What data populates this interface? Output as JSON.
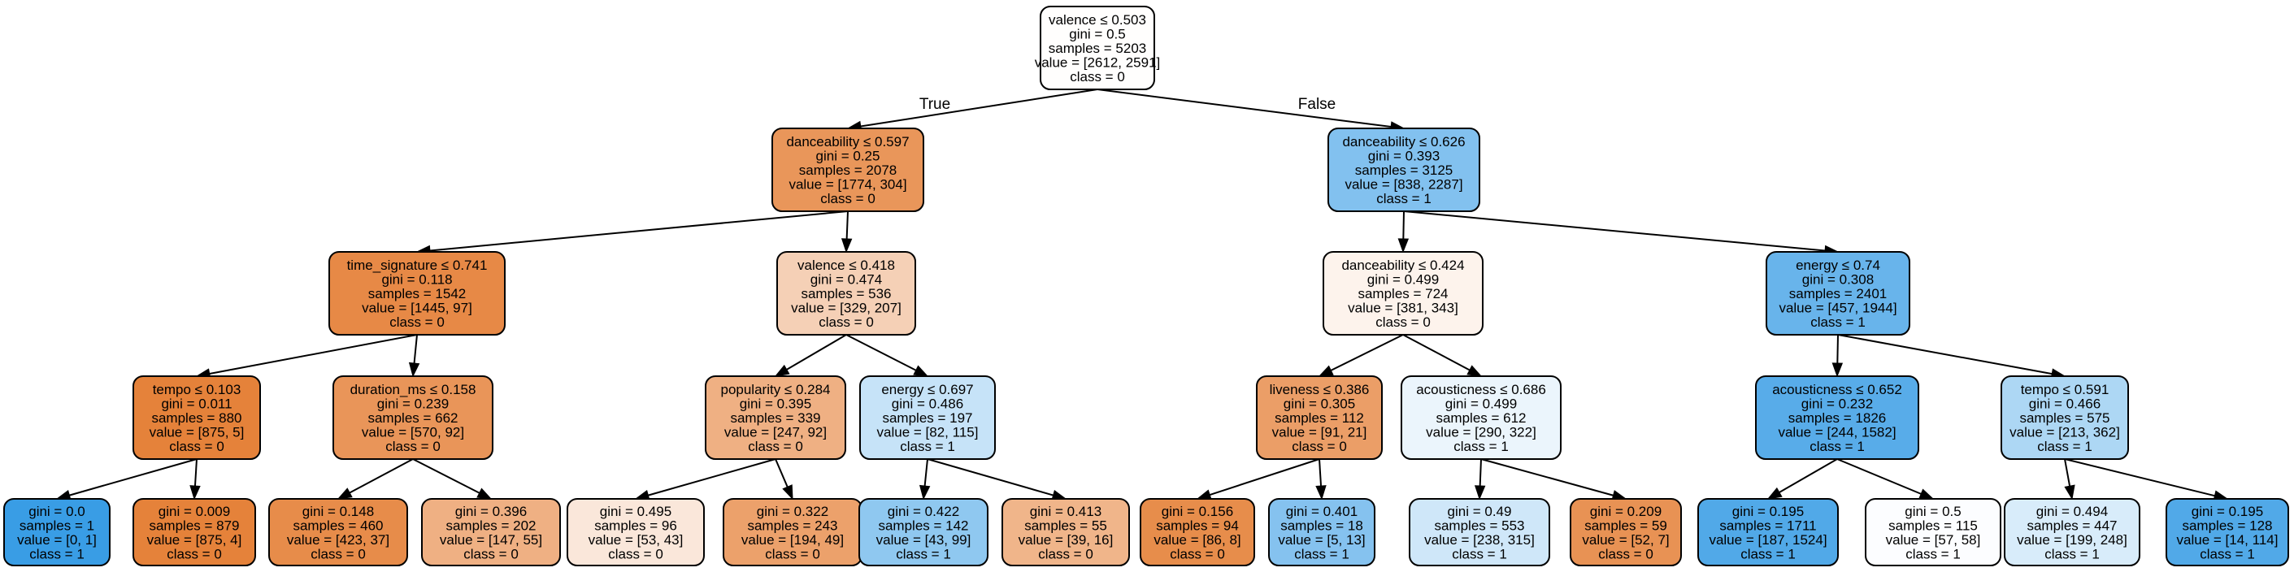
{
  "tree": {
    "nodes": [
      {
        "id": "n0",
        "lines": [
          "valence ≤ 0.503",
          "gini = 0.5",
          "samples = 5203",
          "value = [2612, 2591]",
          "class = 0"
        ],
        "fill": "#fffefd"
      },
      {
        "id": "n1",
        "lines": [
          "danceability ≤ 0.597",
          "gini = 0.25",
          "samples = 2078",
          "value = [1774, 304]",
          "class = 0"
        ],
        "fill": "#e9965a"
      },
      {
        "id": "n2",
        "lines": [
          "danceability ≤ 0.626",
          "gini = 0.393",
          "samples = 3125",
          "value = [838, 2287]",
          "class = 1"
        ],
        "fill": "#82c1ef"
      },
      {
        "id": "n3",
        "lines": [
          "time_signature ≤ 0.741",
          "gini = 0.118",
          "samples = 1542",
          "value = [1445, 97]",
          "class = 0"
        ],
        "fill": "#e78946"
      },
      {
        "id": "n4",
        "lines": [
          "valence ≤ 0.418",
          "gini = 0.474",
          "samples = 536",
          "value = [329, 207]",
          "class = 0"
        ],
        "fill": "#f5d0b6"
      },
      {
        "id": "n5",
        "lines": [
          "danceability ≤ 0.424",
          "gini = 0.499",
          "samples = 724",
          "value = [381, 343]",
          "class = 0"
        ],
        "fill": "#fdf3ec"
      },
      {
        "id": "n6",
        "lines": [
          "energy ≤ 0.74",
          "gini = 0.308",
          "samples = 2401",
          "value = [457, 1944]",
          "class = 1"
        ],
        "fill": "#68b4eb"
      },
      {
        "id": "n7",
        "lines": [
          "tempo ≤ 0.103",
          "gini = 0.011",
          "samples = 880",
          "value = [875, 5]",
          "class = 0"
        ],
        "fill": "#e5823a"
      },
      {
        "id": "n8",
        "lines": [
          "duration_ms ≤ 0.158",
          "gini = 0.239",
          "samples = 662",
          "value = [570, 92]",
          "class = 0"
        ],
        "fill": "#e99559"
      },
      {
        "id": "n9",
        "lines": [
          "popularity ≤ 0.284",
          "gini = 0.395",
          "samples = 339",
          "value = [247, 92]",
          "class = 0"
        ],
        "fill": "#efb083"
      },
      {
        "id": "n10",
        "lines": [
          "energy ≤ 0.697",
          "gini = 0.486",
          "samples = 197",
          "value = [82, 115]",
          "class = 1"
        ],
        "fill": "#c6e3f8"
      },
      {
        "id": "n11",
        "lines": [
          "liveness ≤ 0.386",
          "gini = 0.305",
          "samples = 112",
          "value = [91, 21]",
          "class = 0"
        ],
        "fill": "#eb9e67"
      },
      {
        "id": "n12",
        "lines": [
          "acousticness ≤ 0.686",
          "gini = 0.499",
          "samples = 612",
          "value = [290, 322]",
          "class = 1"
        ],
        "fill": "#ebf5fc"
      },
      {
        "id": "n13",
        "lines": [
          "acousticness ≤ 0.652",
          "gini = 0.232",
          "samples = 1826",
          "value = [244, 1582]",
          "class = 1"
        ],
        "fill": "#58ace9"
      },
      {
        "id": "n14",
        "lines": [
          "tempo ≤ 0.591",
          "gini = 0.466",
          "samples = 575",
          "value = [213, 362]",
          "class = 1"
        ],
        "fill": "#add7f4"
      },
      {
        "id": "n15",
        "lines": [
          "gini = 0.0",
          "samples = 1",
          "value = [0, 1]",
          "class = 1"
        ],
        "fill": "#399de5"
      },
      {
        "id": "n16",
        "lines": [
          "gini = 0.009",
          "samples = 879",
          "value = [875, 4]",
          "class = 0"
        ],
        "fill": "#e5823a"
      },
      {
        "id": "n17",
        "lines": [
          "gini = 0.148",
          "samples = 460",
          "value = [423, 37]",
          "class = 0"
        ],
        "fill": "#e78c4a"
      },
      {
        "id": "n18",
        "lines": [
          "gini = 0.396",
          "samples = 202",
          "value = [147, 55]",
          "class = 0"
        ],
        "fill": "#efb083"
      },
      {
        "id": "n19",
        "lines": [
          "gini = 0.495",
          "samples = 96",
          "value = [53, 43]",
          "class = 0"
        ],
        "fill": "#fae7da"
      },
      {
        "id": "n20",
        "lines": [
          "gini = 0.322",
          "samples = 243",
          "value = [194, 49]",
          "class = 0"
        ],
        "fill": "#eca16b"
      },
      {
        "id": "n21",
        "lines": [
          "gini = 0.422",
          "samples = 142",
          "value = [43, 99]",
          "class = 1"
        ],
        "fill": "#8fc8f0"
      },
      {
        "id": "n22",
        "lines": [
          "gini = 0.413",
          "samples = 55",
          "value = [39, 16]",
          "class = 0"
        ],
        "fill": "#f0b58a"
      },
      {
        "id": "n23",
        "lines": [
          "gini = 0.156",
          "samples = 94",
          "value = [86, 8]",
          "class = 0"
        ],
        "fill": "#e78d4b"
      },
      {
        "id": "n24",
        "lines": [
          "gini = 0.401",
          "samples = 18",
          "value = [5, 13]",
          "class = 1"
        ],
        "fill": "#85c2ef"
      },
      {
        "id": "n25",
        "lines": [
          "gini = 0.49",
          "samples = 553",
          "value = [238, 315]",
          "class = 1"
        ],
        "fill": "#cfe7f9"
      },
      {
        "id": "n26",
        "lines": [
          "gini = 0.209",
          "samples = 59",
          "value = [52, 7]",
          "class = 0"
        ],
        "fill": "#e89254"
      },
      {
        "id": "n27",
        "lines": [
          "gini = 0.195",
          "samples = 1711",
          "value = [187, 1524]",
          "class = 1"
        ],
        "fill": "#51a9e8"
      },
      {
        "id": "n28",
        "lines": [
          "gini = 0.5",
          "samples = 115",
          "value = [57, 58]",
          "class = 1"
        ],
        "fill": "#fcfdff"
      },
      {
        "id": "n29",
        "lines": [
          "gini = 0.494",
          "samples = 447",
          "value = [199, 248]",
          "class = 1"
        ],
        "fill": "#d8ecfa"
      },
      {
        "id": "n30",
        "lines": [
          "gini = 0.195",
          "samples = 128",
          "value = [14, 114]",
          "class = 1"
        ],
        "fill": "#51a9e8"
      }
    ],
    "edges": [
      {
        "from": "n0",
        "to": "n1",
        "label": "True"
      },
      {
        "from": "n0",
        "to": "n2",
        "label": "False"
      },
      {
        "from": "n1",
        "to": "n3",
        "label": ""
      },
      {
        "from": "n1",
        "to": "n4",
        "label": ""
      },
      {
        "from": "n2",
        "to": "n5",
        "label": ""
      },
      {
        "from": "n2",
        "to": "n6",
        "label": ""
      },
      {
        "from": "n3",
        "to": "n7",
        "label": ""
      },
      {
        "from": "n3",
        "to": "n8",
        "label": ""
      },
      {
        "from": "n4",
        "to": "n9",
        "label": ""
      },
      {
        "from": "n4",
        "to": "n10",
        "label": ""
      },
      {
        "from": "n5",
        "to": "n11",
        "label": ""
      },
      {
        "from": "n5",
        "to": "n12",
        "label": ""
      },
      {
        "from": "n6",
        "to": "n13",
        "label": ""
      },
      {
        "from": "n6",
        "to": "n14",
        "label": ""
      },
      {
        "from": "n7",
        "to": "n15",
        "label": ""
      },
      {
        "from": "n7",
        "to": "n16",
        "label": ""
      },
      {
        "from": "n8",
        "to": "n17",
        "label": ""
      },
      {
        "from": "n8",
        "to": "n18",
        "label": ""
      },
      {
        "from": "n9",
        "to": "n19",
        "label": ""
      },
      {
        "from": "n9",
        "to": "n20",
        "label": ""
      },
      {
        "from": "n10",
        "to": "n21",
        "label": ""
      },
      {
        "from": "n10",
        "to": "n22",
        "label": ""
      },
      {
        "from": "n11",
        "to": "n23",
        "label": ""
      },
      {
        "from": "n11",
        "to": "n24",
        "label": ""
      },
      {
        "from": "n12",
        "to": "n25",
        "label": ""
      },
      {
        "from": "n12",
        "to": "n26",
        "label": ""
      },
      {
        "from": "n13",
        "to": "n27",
        "label": ""
      },
      {
        "from": "n13",
        "to": "n28",
        "label": ""
      },
      {
        "from": "n14",
        "to": "n29",
        "label": ""
      },
      {
        "from": "n14",
        "to": "n30",
        "label": ""
      }
    ]
  }
}
